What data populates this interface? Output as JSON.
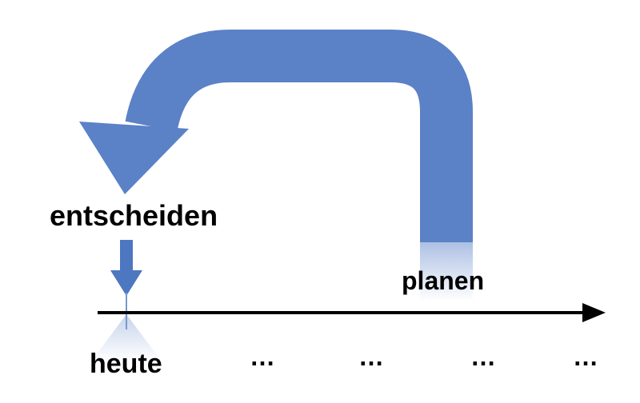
{
  "diagram": {
    "labels": {
      "decide": "entscheiden",
      "plan": "planen",
      "today": "heute"
    },
    "dots": [
      "…",
      "…",
      "…",
      "…"
    ],
    "colors": {
      "loop_arrow": "#5b81c7",
      "small_arrow": "#4d77c0",
      "tick": "#7a97cf",
      "timeline": "#000000"
    }
  }
}
